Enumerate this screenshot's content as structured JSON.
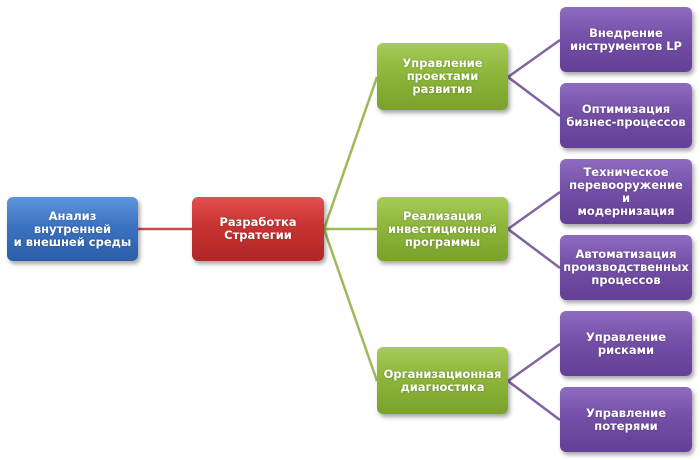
{
  "diagram": {
    "colors": {
      "analysis": "#3b73c2",
      "strategy": "#c83332",
      "direction": "#8db63b",
      "task": "#7550a8",
      "line_red": "#c0504d",
      "line_green": "#9bbb59",
      "line_purple": "#8064a2"
    },
    "root": {
      "label": "Анализ внутренней\nи внешней среды"
    },
    "strategy": {
      "label": "Разработка\nСтратегии"
    },
    "directions": [
      {
        "label": "Управление\nпроектами\nразвития",
        "tasks": [
          {
            "label": "Внедрение\nинструментов LP"
          },
          {
            "label": "Оптимизация\nбизнес-процессов"
          }
        ]
      },
      {
        "label": "Реализация\nинвестиционной\nпрограммы",
        "tasks": [
          {
            "label": "Техническое\nперевооружение и\nмодернизация"
          },
          {
            "label": "Автоматизация\nпроизводственных\nпроцессов"
          }
        ]
      },
      {
        "label": "Организационная\nдиагностика",
        "tasks": [
          {
            "label": "Управление\nрисками"
          },
          {
            "label": "Управление\nпотерями"
          }
        ]
      }
    ]
  }
}
